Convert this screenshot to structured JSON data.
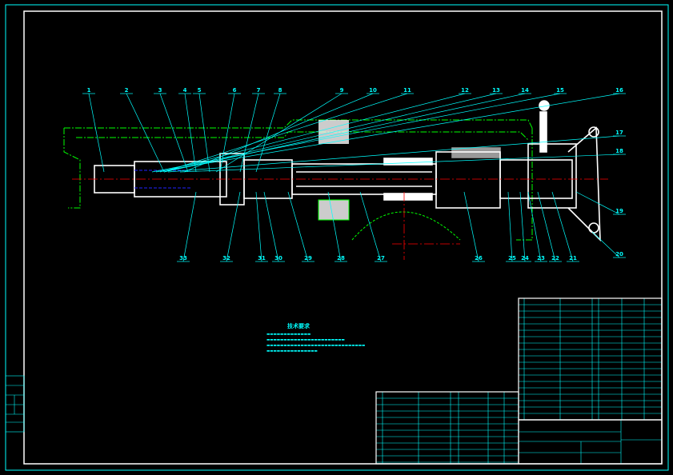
{
  "drawing": {
    "technical_requirements_title": "技术要求",
    "balloons_top": [
      "1",
      "2",
      "3",
      "4",
      "5",
      "6",
      "7",
      "8",
      "9",
      "10",
      "11",
      "12",
      "13",
      "14",
      "15",
      "16",
      "17",
      "18"
    ],
    "balloons_right": [
      "19",
      "20"
    ],
    "balloons_bottom": [
      "21",
      "22",
      "23",
      "24",
      "25",
      "26",
      "27",
      "28",
      "29",
      "30",
      "31",
      "32",
      "33"
    ]
  },
  "colors": {
    "background": "#000000",
    "frame": "#ffffff",
    "leader": "#00ffff",
    "centerline": "#ff0000",
    "housing": "#00ff00",
    "hidden": "#0000ff"
  }
}
